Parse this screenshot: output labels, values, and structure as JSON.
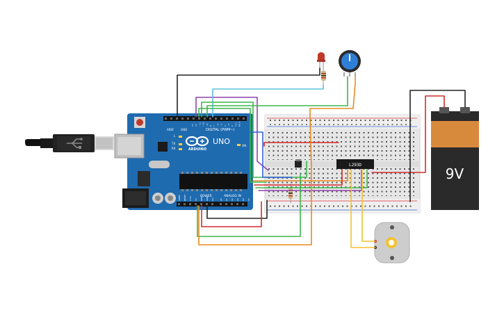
{
  "arduino": {
    "brand": "UNO",
    "logo_text": "ARDUINO",
    "digital_header": "DIGITAL (PWM~)",
    "power_label": "POWER",
    "analog_label": "ANALOG IN",
    "tx_label": "TX",
    "rx_label": "RX",
    "l_label": "L",
    "on_label": "ON",
    "aref_label": "AREF",
    "gnd_label": "GND",
    "digital_pins": [
      "13",
      "12",
      "~11",
      "~10",
      "~9",
      "8",
      "7",
      "~6",
      "~5",
      "4",
      "~3",
      "2",
      "TX 1",
      "RX 0"
    ],
    "power_pins": [
      "IOREF",
      "RESET",
      "3.3V",
      "5V",
      "GND",
      "GND",
      "Vin"
    ],
    "analog_pins": [
      "A0",
      "A1",
      "A2",
      "A3",
      "A4",
      "A5"
    ]
  },
  "chip_label": "L293D",
  "battery_label": "9V",
  "colors": {
    "board": "#1f6bb0",
    "board_dark": "#17568e",
    "breadboard": "#e9e9e9",
    "wire_red": "#d42b2b",
    "wire_black": "#222222",
    "wire_green": "#3cb54a",
    "wire_orange": "#e88a1e",
    "wire_purple": "#8e44ad",
    "wire_cyan": "#5bc0de",
    "wire_blue": "#2f5fd8",
    "wire_yellow": "#f2c230",
    "battery_body": "#d88a3c",
    "battery_top": "#222222"
  }
}
